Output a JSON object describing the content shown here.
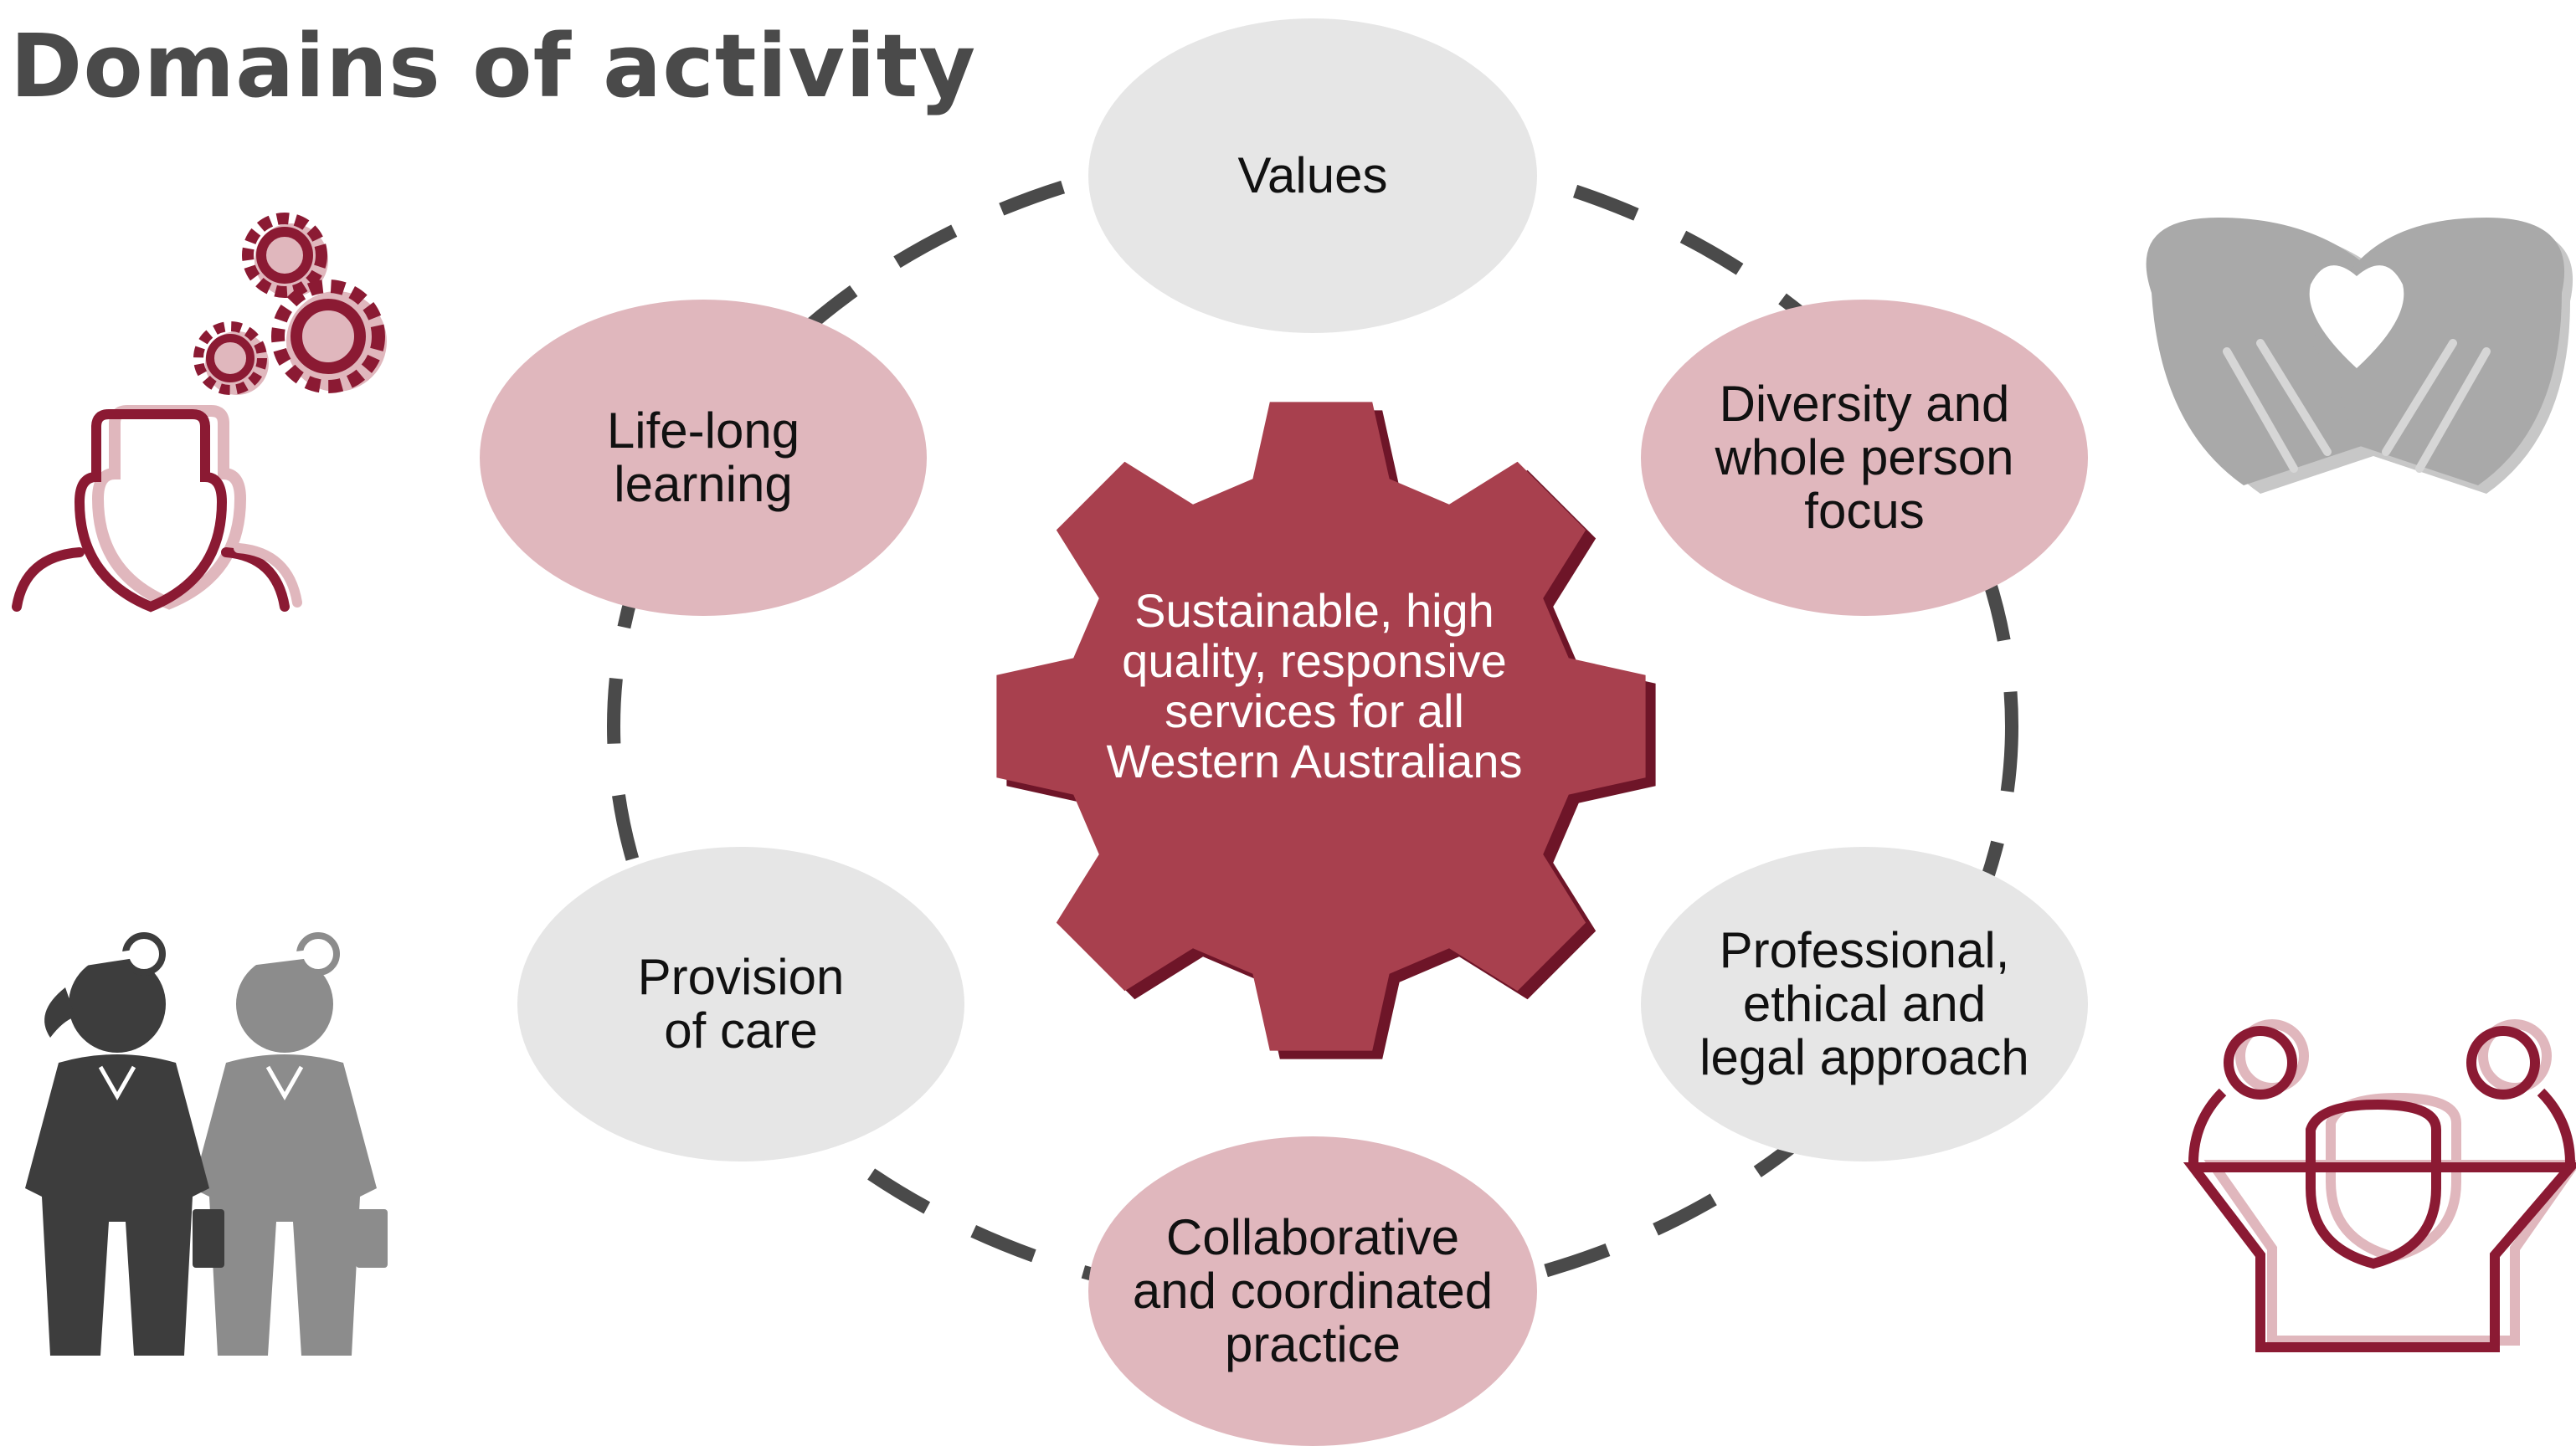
{
  "title": "Domains of activity",
  "center": {
    "lines": [
      "Sustainable, high",
      "quality, responsive",
      "services for all",
      "Western Australians"
    ]
  },
  "domains": {
    "values": {
      "lines": [
        "Values"
      ]
    },
    "diversity": {
      "lines": [
        "Diversity and",
        "whole person",
        "focus"
      ]
    },
    "professional": {
      "lines": [
        "Professional,",
        "ethical and",
        "legal approach"
      ]
    },
    "collaborative": {
      "lines": [
        "Collaborative",
        "and coordinated",
        "practice"
      ]
    },
    "provision": {
      "lines": [
        "Provision",
        "of care"
      ]
    },
    "lifelong": {
      "lines": [
        "Life-long",
        "learning"
      ]
    }
  },
  "colors": {
    "maroon": "#8b1a33",
    "gear": "#a8404e",
    "pink": "#e0b7bd",
    "light_grey": "#e6e6e6",
    "dark_grey": "#4a4a4a"
  },
  "icons": [
    "person-with-gears-icon",
    "heart-hands-icon",
    "two-health-workers-icon",
    "team-group-icon"
  ]
}
